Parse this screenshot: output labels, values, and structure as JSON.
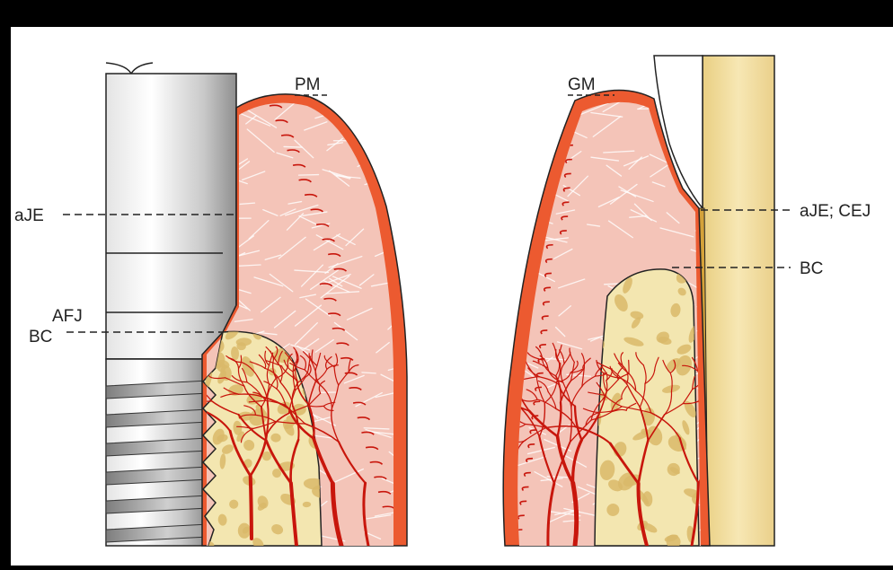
{
  "labels": {
    "pm": "PM",
    "ajeLeft": "aJE",
    "afj": "AFJ",
    "bcLeft": "BC",
    "gm": "GM",
    "ajeCej": "aJE; CEJ",
    "bcRight": "BC"
  },
  "colors": {
    "frame": "#000000",
    "paper": "#ffffff",
    "mucosa": "#ec5a30",
    "connectiveTissue": "#f4c4b8",
    "vessel": "#c8160c",
    "bone": "#f3e6b0",
    "marrow": "#d9b96a",
    "implantLight": "#f0f0f0",
    "implantDark": "#9a9a9a",
    "tooth": "#efd68e",
    "enamel": "#ffffff",
    "cementum": "#d4a23a"
  }
}
